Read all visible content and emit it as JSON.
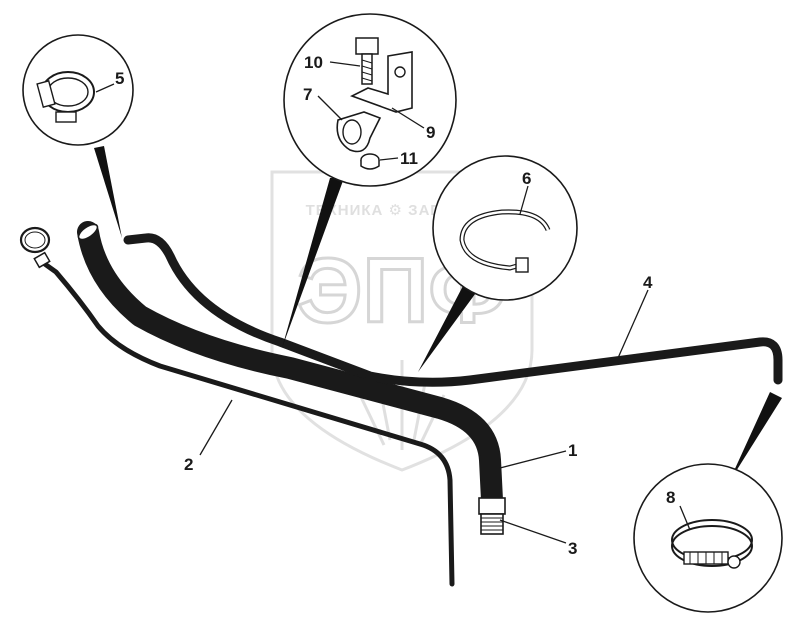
{
  "watermark": {
    "brand_line": "ТЕХНИКА ⚙ ЗАПЧАСТИ",
    "logo_text": "ЭПФ"
  },
  "callouts": {
    "c1": "1",
    "c2": "2",
    "c3": "3",
    "c4": "4",
    "c5": "5",
    "c6": "6",
    "c7": "7",
    "c8": "8",
    "c9": "9",
    "c10": "10",
    "c11": "11"
  },
  "colors": {
    "line": "#1a1a1a",
    "watermark": "#d2d2d2"
  }
}
